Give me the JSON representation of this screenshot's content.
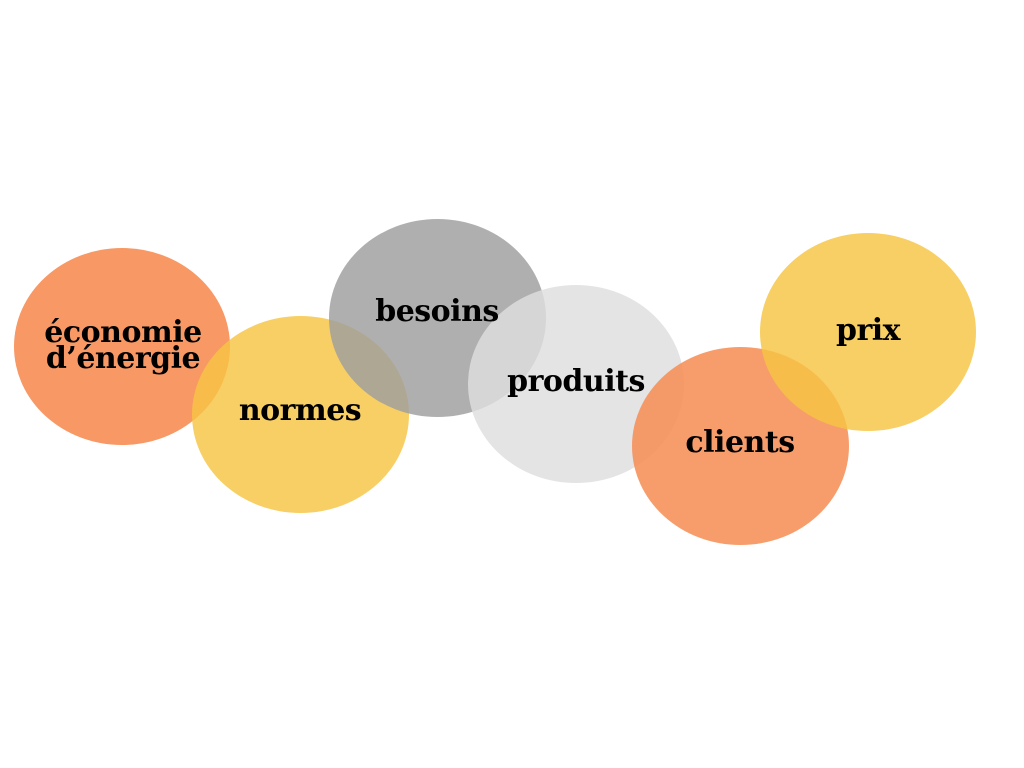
{
  "bubbles": [
    {
      "id": "economie",
      "lines": [
        "économie",
        "d’énergie"
      ],
      "color": "#f68f58",
      "opacity": 0.92
    },
    {
      "id": "normes",
      "lines": [
        "normes"
      ],
      "color": "#f7c443",
      "opacity": 0.82
    },
    {
      "id": "besoins",
      "lines": [
        "besoins"
      ],
      "color": "#9e9e9e",
      "opacity": 0.82
    },
    {
      "id": "produits",
      "lines": [
        "produits"
      ],
      "color": "#dedede",
      "opacity": 0.82
    },
    {
      "id": "clients",
      "lines": [
        "clients"
      ],
      "color": "#f68f58",
      "opacity": 0.88
    },
    {
      "id": "prix",
      "lines": [
        "prix"
      ],
      "color": "#f7c443",
      "opacity": 0.82
    }
  ]
}
